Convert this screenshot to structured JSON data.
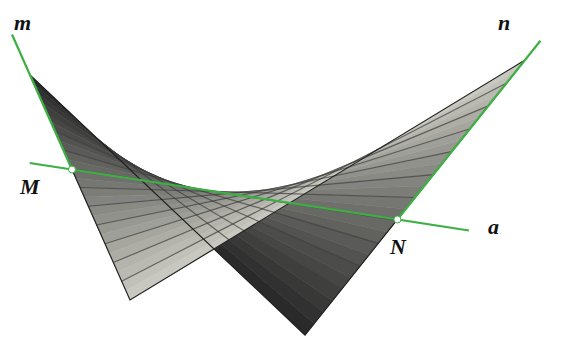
{
  "diagram": {
    "labels": [
      "m",
      "n",
      "M",
      "a",
      "N"
    ]
  }
}
